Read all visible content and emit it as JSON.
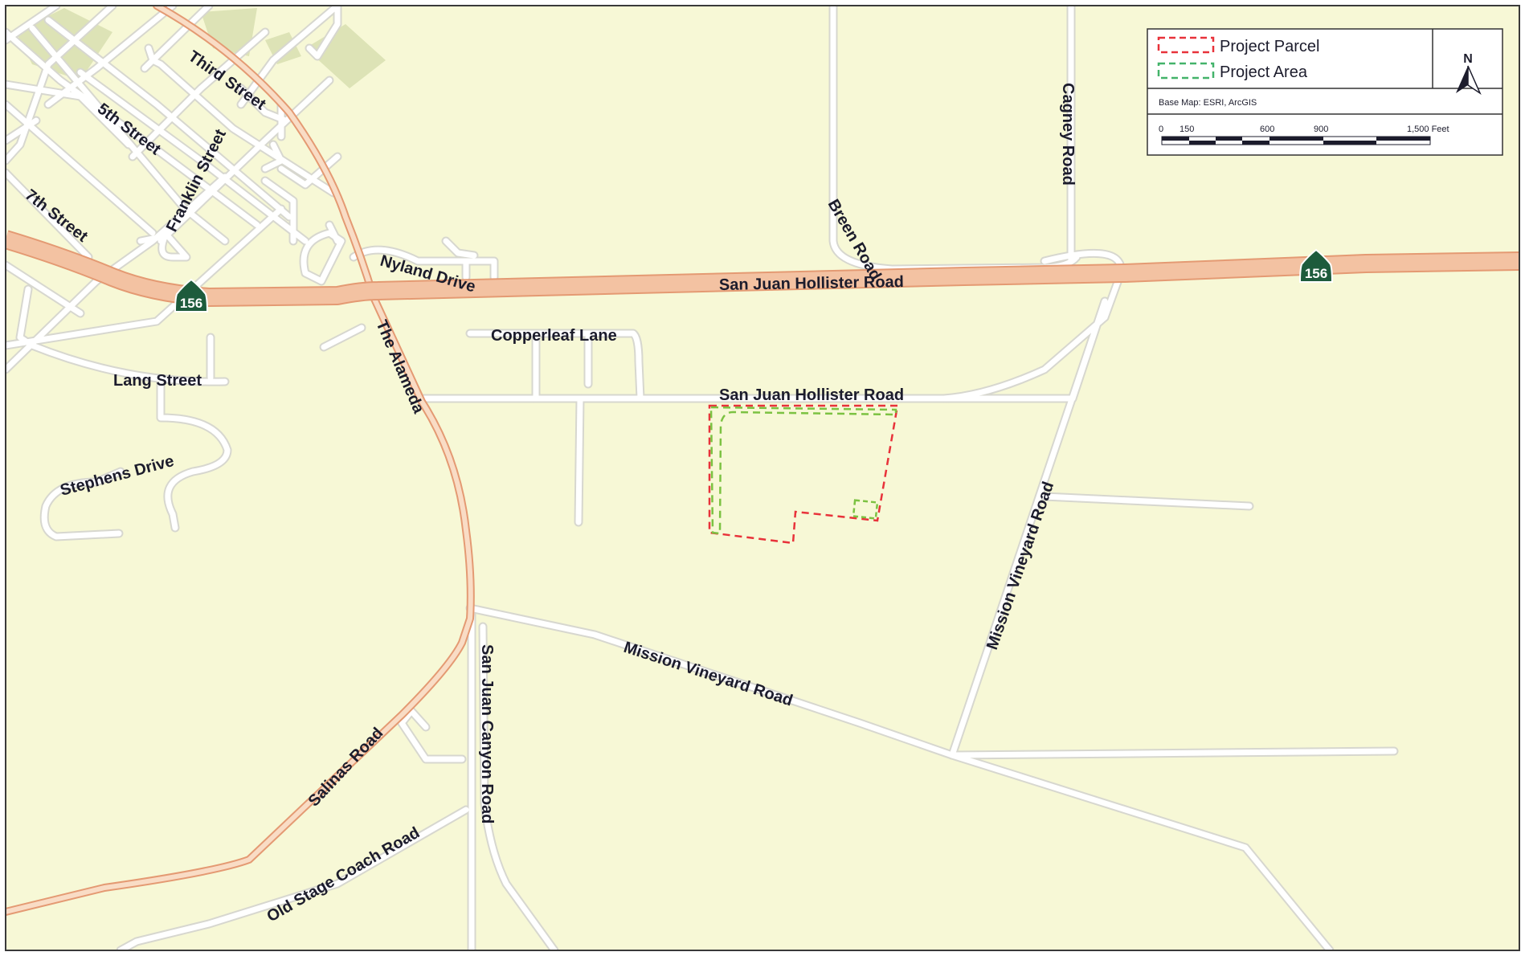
{
  "colors": {
    "background": "#f7f8d6",
    "road": "#ffffff",
    "road_casing": "#d7d7cf",
    "highway": "#f3c2a2",
    "highway_casing": "#e49a73",
    "park": "#dde3b6",
    "parcel_outline": "#e8323a",
    "area_outline": "#7cc242",
    "shield": "#1d5b3c"
  },
  "legend": {
    "parcel_label": "Project Parcel",
    "area_label": "Project Area",
    "basemap_credit": "Base Map: ESRI, ArcGIS",
    "north_label": "N",
    "scale_ticks": [
      "0",
      "150",
      "600",
      "900",
      "1,500 Feet"
    ]
  },
  "shields": [
    "156",
    "156"
  ],
  "road_labels": {
    "third_street": "Third Street",
    "fifth_street": "5th Street",
    "franklin_street": "Franklin Street",
    "seventh_street": "7th Street",
    "nyland_drive": "Nyland Drive",
    "breen_road": "Breen Road",
    "cagney_road": "Cagney Road",
    "sjh_road_highway": "San Juan Hollister Road",
    "copperleaf_lane": "Copperleaf Lane",
    "lang_street": "Lang Street",
    "the_alameda": "The Alameda",
    "sjh_road_south": "San Juan Hollister Road",
    "stephens_drive": "Stephens Drive",
    "mission_vineyard_road_ne": "Mission Vineyard Road",
    "mission_vineyard_road": "Mission Vineyard Road",
    "san_juan_canyon_road": "San Juan Canyon Road",
    "salinas_road": "Salinas Road",
    "old_stage_coach_road": "Old Stage Coach Road"
  }
}
